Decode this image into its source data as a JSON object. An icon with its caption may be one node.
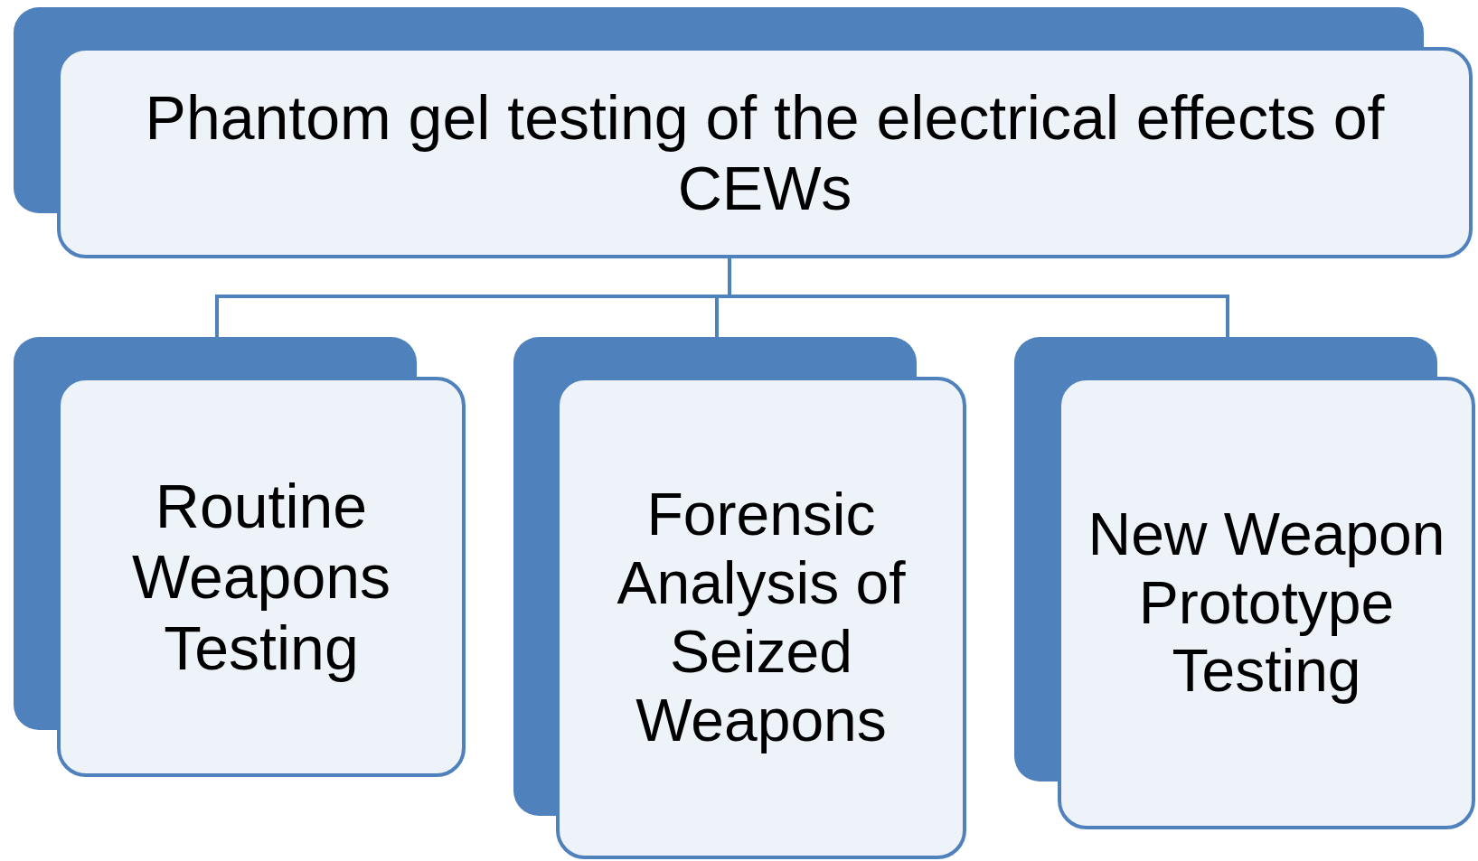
{
  "diagram": {
    "nodes": [
      {
        "text": [
          "Phantom gel testing of the electrical effects of CEWs"
        ]
      },
      {
        "text": [
          "Routine Weapons Testing"
        ]
      },
      {
        "text": [
          "Forensic Analysis of Seized Weapons"
        ]
      },
      {
        "text": [
          "New Weapon Prototype Testing"
        ]
      }
    ],
    "edges": [
      {
        "from": 0,
        "to": 1,
        "arrow": "none"
      },
      {
        "from": 0,
        "to": 2,
        "arrow": "none"
      },
      {
        "from": 0,
        "to": 3,
        "arrow": "none"
      }
    ]
  }
}
